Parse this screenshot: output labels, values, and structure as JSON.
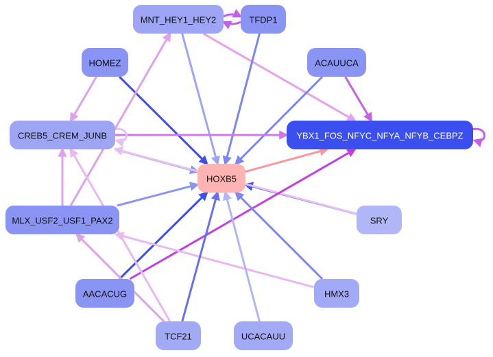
{
  "graph": {
    "nodes": [
      {
        "id": "mnt",
        "label": "MNT_HEY1_HEY2",
        "fill": "#9da5f4"
      },
      {
        "id": "tfdp1",
        "label": "TFDP1",
        "fill": "#8a94f2"
      },
      {
        "id": "homez",
        "label": "HOMEZ",
        "fill": "#8a94f2"
      },
      {
        "id": "acauuca",
        "label": "ACAUUCA",
        "fill": "#8a94f2"
      },
      {
        "id": "creb5",
        "label": "CREB5_CREM_JUNB",
        "fill": "#9da5f4"
      },
      {
        "id": "ybx1",
        "label": "YBX1_FOS_NFYC_NFYA_NFYB_CEBPZ",
        "fill": "#3b4ef0",
        "text": "light"
      },
      {
        "id": "hoxb5",
        "label": "HOXB5",
        "fill": "#ffb3b3"
      },
      {
        "id": "mlx",
        "label": "MLX_USF2_USF1_PAX2",
        "fill": "#8a94f2"
      },
      {
        "id": "sry",
        "label": "SRY",
        "fill": "#b0b6f6"
      },
      {
        "id": "aacacug",
        "label": "AACACUG",
        "fill": "#8a94f2"
      },
      {
        "id": "hmx3",
        "label": "HMX3",
        "fill": "#a3aaf5"
      },
      {
        "id": "tcf21",
        "label": "TCF21",
        "fill": "#a3aaf5"
      },
      {
        "id": "ucacauu",
        "label": "UCACAUU",
        "fill": "#a3aaf5"
      }
    ],
    "edges": [
      {
        "from": "tfdp1",
        "to": "mnt",
        "color": "#c65ee6"
      },
      {
        "from": "mnt",
        "to": "tfdp1",
        "color": "#c65ee6"
      },
      {
        "from": "mnt",
        "to": "hoxb5",
        "color": "#9da5f4"
      },
      {
        "from": "mnt",
        "to": "ybx1",
        "color": "#e8a0ec"
      },
      {
        "from": "tfdp1",
        "to": "hoxb5",
        "color": "#7b86ee"
      },
      {
        "from": "homez",
        "to": "hoxb5",
        "color": "#3b4ef0"
      },
      {
        "from": "homez",
        "to": "creb5",
        "color": "#dfa0ec"
      },
      {
        "from": "acauuca",
        "to": "hoxb5",
        "color": "#7b86ee"
      },
      {
        "from": "acauuca",
        "to": "ybx1",
        "color": "#c65ee6"
      },
      {
        "from": "creb5",
        "to": "ybx1",
        "color": "#d277ea"
      },
      {
        "from": "creb5",
        "to": "hoxb5",
        "color": "#8a94f2"
      },
      {
        "from": "creb5",
        "to": "creb5",
        "color": "#e6c0f0",
        "self": true
      },
      {
        "from": "ybx1",
        "to": "ybx1",
        "color": "#c65ee6",
        "self": true
      },
      {
        "from": "hoxb5",
        "to": "ybx1",
        "color": "#f59a9a"
      },
      {
        "from": "mlx",
        "to": "hoxb5",
        "color": "#8a94f2"
      },
      {
        "from": "mlx",
        "to": "creb5",
        "color": "#dfa0ec"
      },
      {
        "from": "mlx",
        "to": "mnt",
        "color": "#dfa0ec"
      },
      {
        "from": "sry",
        "to": "hoxb5",
        "color": "#3b4ef0"
      },
      {
        "from": "sry",
        "to": "creb5",
        "color": "#e6c0f0"
      },
      {
        "from": "aacacug",
        "to": "hoxb5",
        "color": "#3b4ef0"
      },
      {
        "from": "aacacug",
        "to": "ybx1",
        "color": "#c040e0"
      },
      {
        "from": "hmx3",
        "to": "hoxb5",
        "color": "#7b86ee"
      },
      {
        "from": "hmx3",
        "to": "mlx",
        "color": "#eab8f0"
      },
      {
        "from": "tcf21",
        "to": "hoxb5",
        "color": "#6670ee"
      },
      {
        "from": "tcf21",
        "to": "mlx",
        "color": "#dfa0ec"
      },
      {
        "from": "tcf21",
        "to": "creb5",
        "color": "#eab8f0"
      },
      {
        "from": "ucacauu",
        "to": "hoxb5",
        "color": "#b0b6f6"
      }
    ]
  }
}
